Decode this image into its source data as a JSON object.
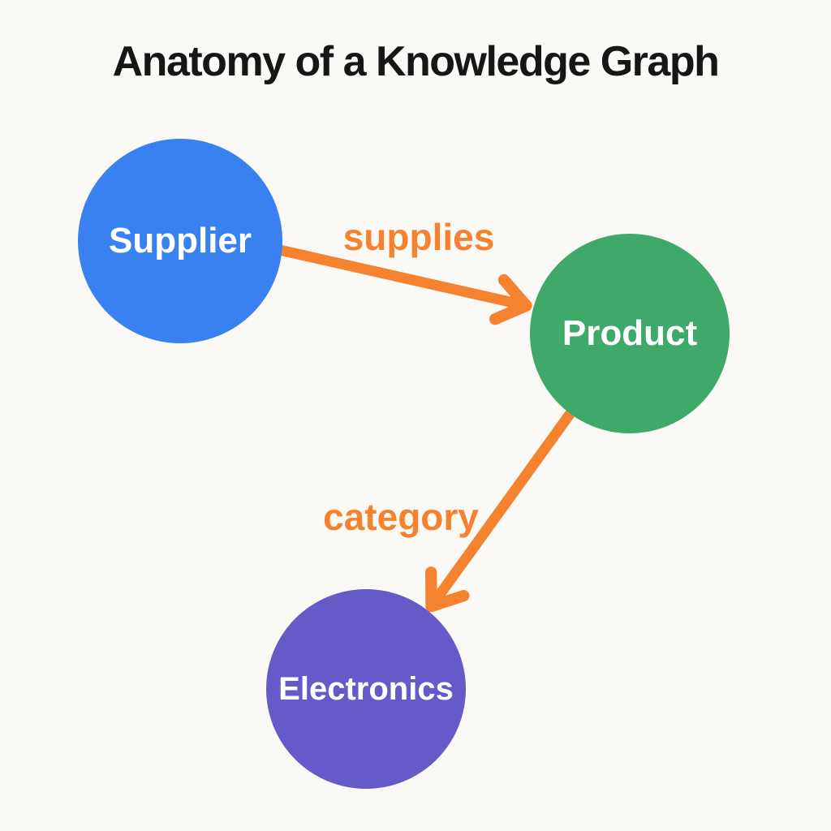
{
  "title": "Anatomy of a Knowledge Graph",
  "diagram": {
    "nodes": [
      {
        "id": "supplier",
        "label": "Supplier",
        "color": "#3981f1",
        "shape": "circle"
      },
      {
        "id": "product",
        "label": "Product",
        "color": "#3fa96a",
        "shape": "circle"
      },
      {
        "id": "electronics",
        "label": "Electronics",
        "color": "#6659c8",
        "shape": "circle"
      }
    ],
    "edges": [
      {
        "from": "supplier",
        "to": "product",
        "label": "supplies"
      },
      {
        "from": "product",
        "to": "electronics",
        "label": "category"
      }
    ],
    "colors": {
      "edge": "#f5822e",
      "node_text": "#ffffff",
      "title_text": "#161616",
      "background": "#faf9f6"
    }
  }
}
